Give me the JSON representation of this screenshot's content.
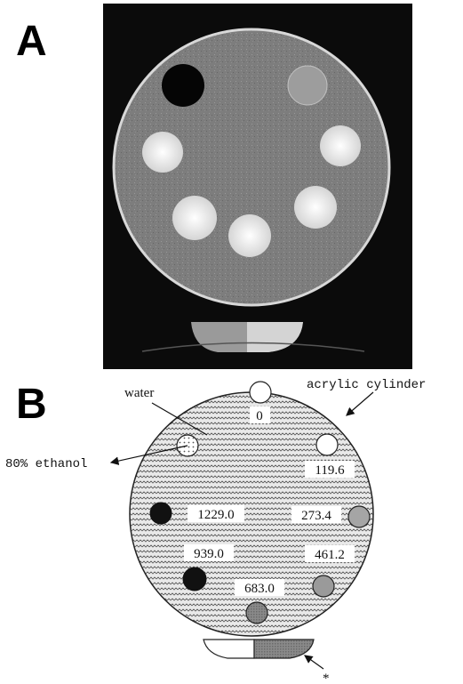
{
  "panel_a": {
    "label": "A"
  },
  "panel_b": {
    "label": "B",
    "labels": {
      "water": "water",
      "acrylic": "acrylic cylinder",
      "ethanol": "80% ethanol",
      "asterisk": "*"
    },
    "values": [
      "0",
      "119.6",
      "1229.0",
      "273.4",
      "939.0",
      "461.2",
      "683.0"
    ]
  }
}
